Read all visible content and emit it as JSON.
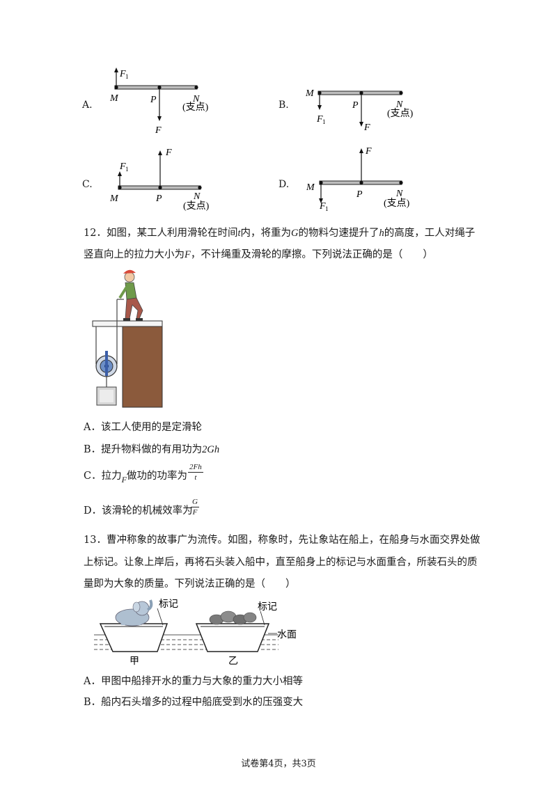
{
  "q11_options": {
    "A": {
      "letter": "A.",
      "label_F1": "F",
      "label_F1_sub": "1",
      "label_M": "M",
      "label_P": "P",
      "label_N": "N",
      "label_F": "F",
      "fulcrum": "(支点)"
    },
    "B": {
      "letter": "B.",
      "label_F1": "F",
      "label_F1_sub": "1",
      "label_M": "M",
      "label_P": "P",
      "label_N": "N",
      "label_F": "F",
      "fulcrum": "(支点)"
    },
    "C": {
      "letter": "C.",
      "label_F1": "F",
      "label_F1_sub": "1",
      "label_M": "M",
      "label_P": "P",
      "label_N": "N",
      "label_F": "F",
      "fulcrum": "(支点)"
    },
    "D": {
      "letter": "D.",
      "label_F1": "F",
      "label_F1_sub": "1",
      "label_M": "M",
      "label_P": "P",
      "label_N": "N",
      "label_F": "F",
      "fulcrum": "(支点)"
    }
  },
  "q12": {
    "line1_a": "12．如图，某工人利用滑轮在时间",
    "var_t": "t",
    "line1_b": "内，将重为",
    "var_G": "G",
    "line1_c": "的物料匀速提升了",
    "var_h": "h",
    "line1_d": "的高度，工人对绳子",
    "line2_a": "竖直向上的拉力大小为",
    "var_F": "F",
    "line2_b": "，不计绳重及滑轮的摩擦。下列说法正确的是（　　）",
    "options": {
      "A": "A．该工人使用的是定滑轮",
      "B_text": "B．提升物料做的有用功为",
      "B_expr": "2Gh",
      "C_text1": "C．拉力",
      "C_var": "F",
      "C_text2": "做功的功率为",
      "C_num": "2Fh",
      "C_den": "t",
      "D_text": "D．该滑轮的机械效率为",
      "D_num": "G",
      "D_den": "F"
    }
  },
  "q13": {
    "line1": "13．曹冲称象的故事广为流传。如图，称象时，先让象站在船上，在船身与水面交界处做",
    "line2": "上标记。让象上岸后，再将石头装入船中，直至船身上的标记与水面重合，所装石头的质",
    "line3": "量即为大象的质量。下列说法正确的是（　　）",
    "fig": {
      "mark1": "标记",
      "mark2": "标记",
      "water": "水面",
      "label_left": "甲",
      "label_right": "乙"
    },
    "options": {
      "A": "A．甲图中船排开水的重力与大象的重力大小相等",
      "B": "B．船内石头增多的过程中船底受到水的压强变大"
    }
  },
  "footer": "试卷第4页，共3页"
}
